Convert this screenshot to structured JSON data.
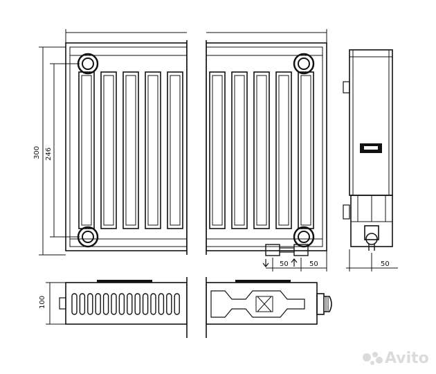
{
  "dimensions": {
    "height_total": "300",
    "height_axis": "246",
    "depth": "100",
    "connection_left": "50",
    "connection_right": "50",
    "side_offset": "50"
  },
  "watermark": {
    "text": "Avito",
    "icon": "avito-logo-icon"
  },
  "colors": {
    "line": "#111111",
    "background": "#ffffff",
    "watermark": "#d8d8d8"
  }
}
